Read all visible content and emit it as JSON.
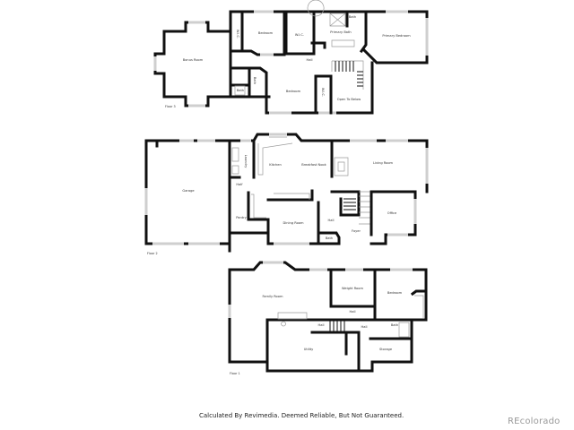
{
  "floors": [
    {
      "label": "Floor 3",
      "rooms": {
        "bonus_room": "Bonus Room",
        "wic_1": "W.I.C.",
        "bedroom_1": "Bedroom",
        "wic_2": "W.I.C.",
        "primary_bath": "Primary Bath",
        "bath_small": "Bath",
        "primary_bedroom": "Primary Bedroom",
        "hall": "Hall",
        "bath_2": "Bath",
        "bath_3": "Bath",
        "bedroom_2": "Bedroom",
        "wic_3": "W.I.C.",
        "open_to_below": "Open To Below"
      }
    },
    {
      "label": "Floor 2",
      "rooms": {
        "garage": "Garage",
        "laundry": "Laundry",
        "half": "Half",
        "kitchen": "Kitchen",
        "breakfast_nook": "Breakfast Nook",
        "living_room": "Living Room",
        "pantry": "Pantry",
        "dining_room": "Dining Room",
        "hall": "Hall",
        "bath": "Bath",
        "foyer": "Foyer",
        "office": "Office"
      }
    },
    {
      "label": "Floor 1",
      "rooms": {
        "family_room": "Family Room",
        "weight_room": "Weight Room",
        "bedroom": "Bedroom",
        "hall_1": "Hall",
        "hall_2": "Hall",
        "hall_3": "Hall",
        "bath": "Bath",
        "utility": "Utility",
        "storage": "Storage"
      }
    }
  ],
  "footer": {
    "disclaimer": "Calculated By Revimedia. Deemed Reliable, But Not Guaranteed.",
    "brand": "REcolorado"
  }
}
